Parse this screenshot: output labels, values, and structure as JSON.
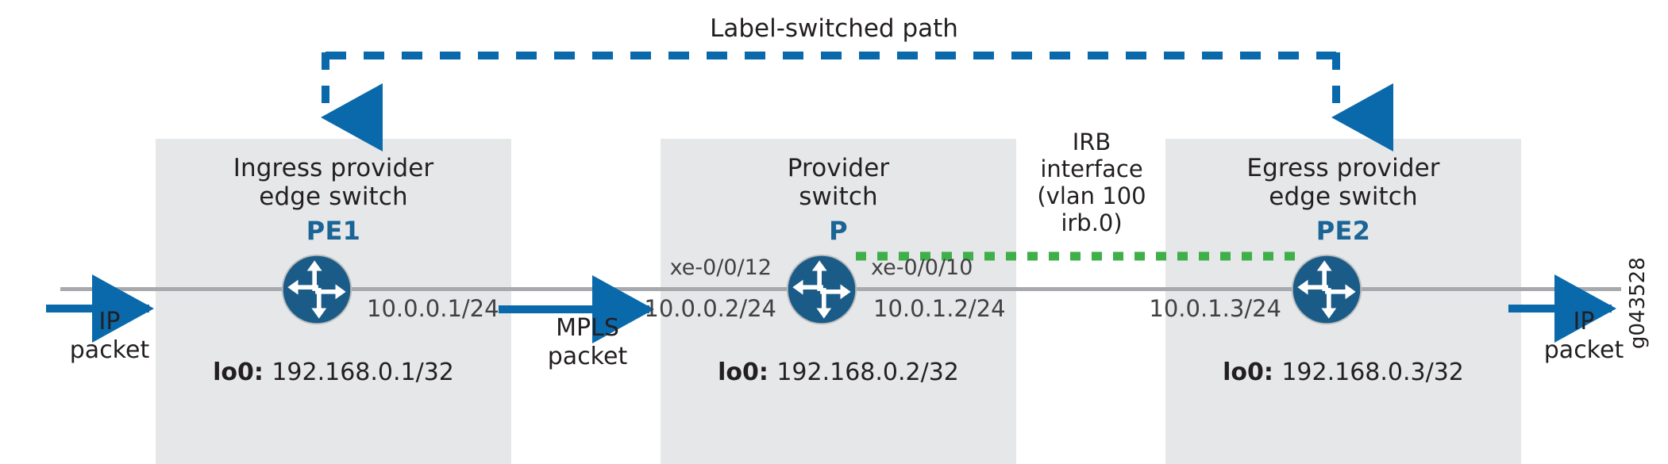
{
  "figure": {
    "lsp_title": "Label-switched path",
    "watermark": "g043528",
    "colors": {
      "node_box": "#e6e7e8",
      "backbone_line": "#a7a9ac",
      "switch_blue": "#1a5c87",
      "accent_blue": "#0a69ab",
      "lsp_blue": "#0a69ab",
      "irb_green": "#3faf4a",
      "text_dark": "#231f20",
      "name_blue": "#1a6496"
    }
  },
  "nodes": [
    {
      "id": "pe1",
      "title_line1": "Ingress provider",
      "title_line2": "edge switch",
      "short_name": "PE1",
      "icon": "switch-icon",
      "ip_right": "10.0.0.1/24",
      "loopback_key": "lo0:",
      "loopback_value": "192.168.0.1/32"
    },
    {
      "id": "p",
      "title_line1": "Provider",
      "title_line2": "switch",
      "short_name": "P",
      "icon": "switch-icon",
      "iface_left": "xe-0/0/12",
      "iface_right": "xe-0/0/10",
      "ip_left": "10.0.0.2/24",
      "ip_right": "10.0.1.2/24",
      "loopback_key": "lo0:",
      "loopback_value": "192.168.0.2/32"
    },
    {
      "id": "pe2",
      "title_line1": "Egress provider",
      "title_line2": "edge switch",
      "short_name": "PE2",
      "ip_left": "10.0.1.3/24",
      "icon": "switch-icon",
      "loopback_key": "lo0:",
      "loopback_value": "192.168.0.3/32"
    }
  ],
  "irb": {
    "line1": "IRB",
    "line2": "interface",
    "line3": "(vlan 100",
    "line4": "irb.0)"
  },
  "flows": [
    {
      "id": "left",
      "line1": "IP",
      "line2": "packet"
    },
    {
      "id": "mid",
      "line1": "MPLS",
      "line2": "packet"
    },
    {
      "id": "right",
      "line1": "IP",
      "line2": "packet"
    }
  ]
}
